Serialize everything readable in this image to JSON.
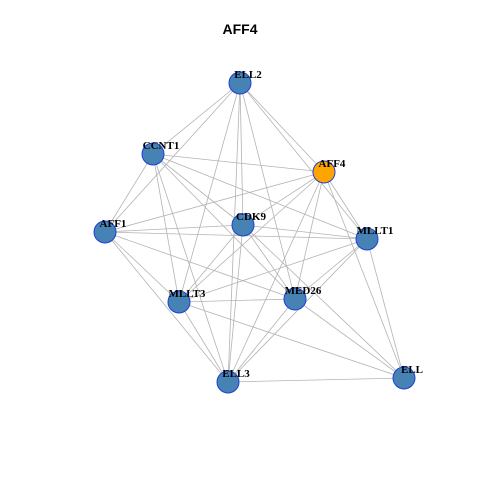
{
  "title": "AFF4",
  "colors": {
    "background": "#ffffff",
    "node_default": "#4682b4",
    "node_border_default": "#1f3fd6",
    "node_highlight": "#ffa500",
    "node_border_highlight": "#333333",
    "edge": "#b3b3b3"
  },
  "nodes": [
    {
      "id": "ELL2",
      "highlight": false
    },
    {
      "id": "CCNT1",
      "highlight": false
    },
    {
      "id": "AFF4",
      "highlight": true
    },
    {
      "id": "AFF1",
      "highlight": false
    },
    {
      "id": "CDK9",
      "highlight": false
    },
    {
      "id": "MLLT1",
      "highlight": false
    },
    {
      "id": "MLLT3",
      "highlight": false
    },
    {
      "id": "MED26",
      "highlight": false
    },
    {
      "id": "ELL3",
      "highlight": false
    },
    {
      "id": "ELL",
      "highlight": false
    }
  ],
  "edges": [
    [
      "ELL2",
      "CCNT1"
    ],
    [
      "ELL2",
      "AFF1"
    ],
    [
      "ELL2",
      "AFF4"
    ],
    [
      "ELL2",
      "MLLT1"
    ],
    [
      "ELL2",
      "CDK9"
    ],
    [
      "ELL2",
      "MLLT3"
    ],
    [
      "ELL2",
      "MED26"
    ],
    [
      "ELL2",
      "ELL3"
    ],
    [
      "CCNT1",
      "AFF4"
    ],
    [
      "CCNT1",
      "AFF1"
    ],
    [
      "CCNT1",
      "CDK9"
    ],
    [
      "CCNT1",
      "MLLT1"
    ],
    [
      "CCNT1",
      "MLLT3"
    ],
    [
      "CCNT1",
      "MED26"
    ],
    [
      "CCNT1",
      "ELL3"
    ],
    [
      "AFF4",
      "AFF1"
    ],
    [
      "AFF4",
      "CDK9"
    ],
    [
      "AFF4",
      "MLLT3"
    ],
    [
      "AFF4",
      "MED26"
    ],
    [
      "AFF4",
      "ELL3"
    ],
    [
      "AFF4",
      "ELL"
    ],
    [
      "AFF4",
      "MLLT1"
    ],
    [
      "AFF1",
      "CDK9"
    ],
    [
      "AFF1",
      "MLLT1"
    ],
    [
      "AFF1",
      "MLLT3"
    ],
    [
      "AFF1",
      "ELL3"
    ],
    [
      "AFF1",
      "MED26"
    ],
    [
      "CDK9",
      "MLLT1"
    ],
    [
      "CDK9",
      "MLLT3"
    ],
    [
      "CDK9",
      "MED26"
    ],
    [
      "CDK9",
      "ELL3"
    ],
    [
      "CDK9",
      "ELL"
    ],
    [
      "MLLT1",
      "MLLT3"
    ],
    [
      "MLLT1",
      "MED26"
    ],
    [
      "MLLT1",
      "ELL3"
    ],
    [
      "MLLT1",
      "ELL"
    ],
    [
      "MLLT3",
      "MED26"
    ],
    [
      "MLLT3",
      "ELL3"
    ],
    [
      "MLLT3",
      "ELL"
    ],
    [
      "MED26",
      "ELL3"
    ],
    [
      "MED26",
      "ELL"
    ],
    [
      "ELL3",
      "ELL"
    ]
  ]
}
